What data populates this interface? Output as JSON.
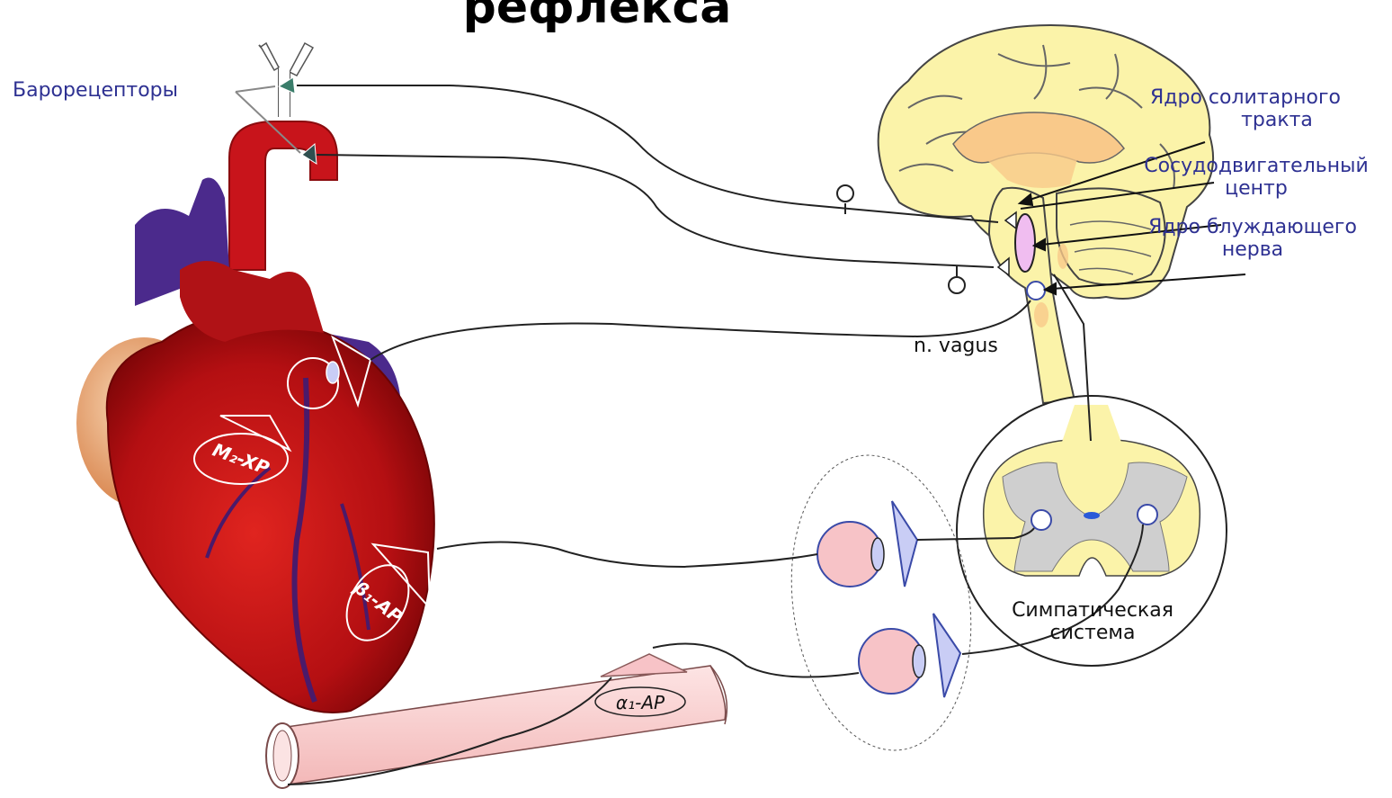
{
  "title": "рефлекса",
  "labels": {
    "baroreceptors": "Барорецепторы",
    "solitary_nucleus_line1": "Ядро солитарного",
    "solitary_nucleus_line2": "тракта",
    "vasomotor_center_line1": "Сосудодвигательный",
    "vasomotor_center_line2": "центр",
    "vagus_nucleus_line1": "Ядро блуждающего",
    "vagus_nucleus_line2": "нерва",
    "vagus_nerve": "n. vagus",
    "sympathetic_line1": "Симпатическая",
    "sympathetic_line2": "система"
  },
  "receptors": {
    "m2": "M₂-XP",
    "beta1": "β₁-AP",
    "alpha1": "α₁-AP"
  },
  "colors": {
    "label_blue": "#2e3192",
    "heart_red": "#c8141b",
    "vein_purple": "#4b2a8c",
    "brain_yellow": "#fbf3a9",
    "brain_orange": "#f9c98a",
    "cord_gray": "#cfcfcf",
    "ganglion_pink": "#f7c3c7",
    "neuron_blue": "#c9cdf5"
  },
  "icons": [
    "heart",
    "aorta",
    "carotid-artery",
    "brain",
    "spinal-cord-section",
    "ganglion-cell",
    "blood-vessel"
  ]
}
